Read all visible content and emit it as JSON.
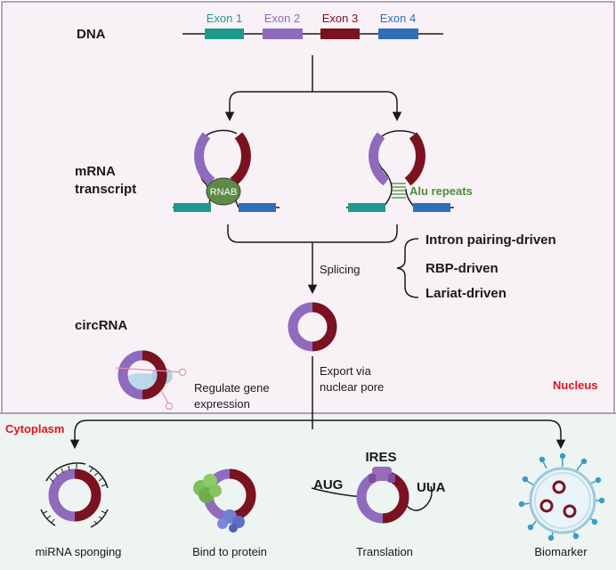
{
  "regions": {
    "nucleus_label": "Nucleus",
    "cytoplasm_label": "Cytoplasm"
  },
  "dna": {
    "label": "DNA",
    "exons": [
      {
        "name": "Exon 1",
        "color": "#1e9a8c"
      },
      {
        "name": "Exon 2",
        "color": "#8e6bbd"
      },
      {
        "name": "Exon 3",
        "color": "#7a1220"
      },
      {
        "name": "Exon 4",
        "color": "#2f6fb5"
      }
    ]
  },
  "transcript": {
    "label_line1": "mRNA",
    "label_line2": "transcript",
    "rbp_label": "RNAB",
    "alu_label": "Alu repeats"
  },
  "mechanisms": [
    "Intron pairing-driven",
    "RBP-driven",
    "Lariat-driven"
  ],
  "steps": {
    "splicing": "Splicing",
    "export_line1": "Export via",
    "export_line2": "nuclear pore"
  },
  "circrna": {
    "label": "circRNA",
    "regulate_line1": "Regulate gene",
    "regulate_line2": "expression"
  },
  "functions": {
    "sponging": "miRNA sponging",
    "bind_protein": "Bind to protein",
    "translation": "Translation",
    "biomarker": "Biomarker",
    "ires": "IRES",
    "start_codon": "AUG",
    "stop_codon": "UUA"
  },
  "colors": {
    "nucleus_bg": "#f8f1f6",
    "nucleus_border": "#9a8aa8",
    "cytoplasm_bg": "#eef4f2",
    "region_label": "#e0141e",
    "rbp_green": "#5d8a48",
    "alu_green": "#4f8d3c"
  }
}
